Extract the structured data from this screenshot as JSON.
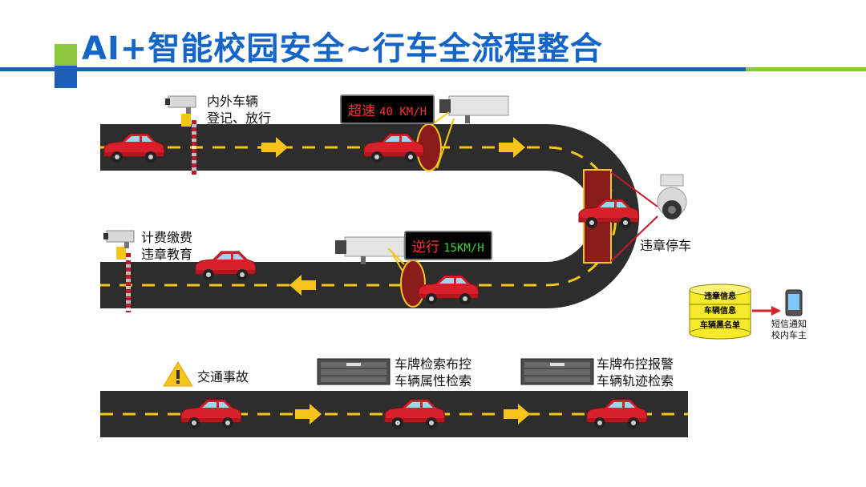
{
  "header": {
    "title": "AI+智能校园安全~行车全流程整合"
  },
  "labels": {
    "register_line1": "内外车辆",
    "register_line2": "登记、放行",
    "fee_line1": "计费缴费",
    "fee_line2": "违章教育",
    "parking_violation": "违章停车",
    "accident": "交通事故",
    "search_line1": "车牌检索布控",
    "search_line2": "车辆属性检索",
    "alarm_line1": "车牌布控报警",
    "alarm_line2": "车辆轨迹检索"
  },
  "speed_boxes": {
    "overspeed": {
      "word": "超速",
      "value": "40 KM/H",
      "word_color": "#ff3030",
      "value_color": "#ff3030"
    },
    "wrongway": {
      "word": "逆行",
      "value": "15KM/H",
      "word_color": "#ff3030",
      "value_color": "#3dd13d"
    }
  },
  "database": {
    "items": [
      "违章信息",
      "车辆信息",
      "车辆黑名单"
    ],
    "color": "#f7ea2a"
  },
  "notify": {
    "line1": "短信通知",
    "line2": "校内车主"
  },
  "colors": {
    "road": "#2d2d2d",
    "dash": "#f5c518",
    "arrow": "#f7c21b",
    "car": "#d8202a",
    "zone": "#8b1a1a",
    "zone_border": "#f5c518"
  }
}
